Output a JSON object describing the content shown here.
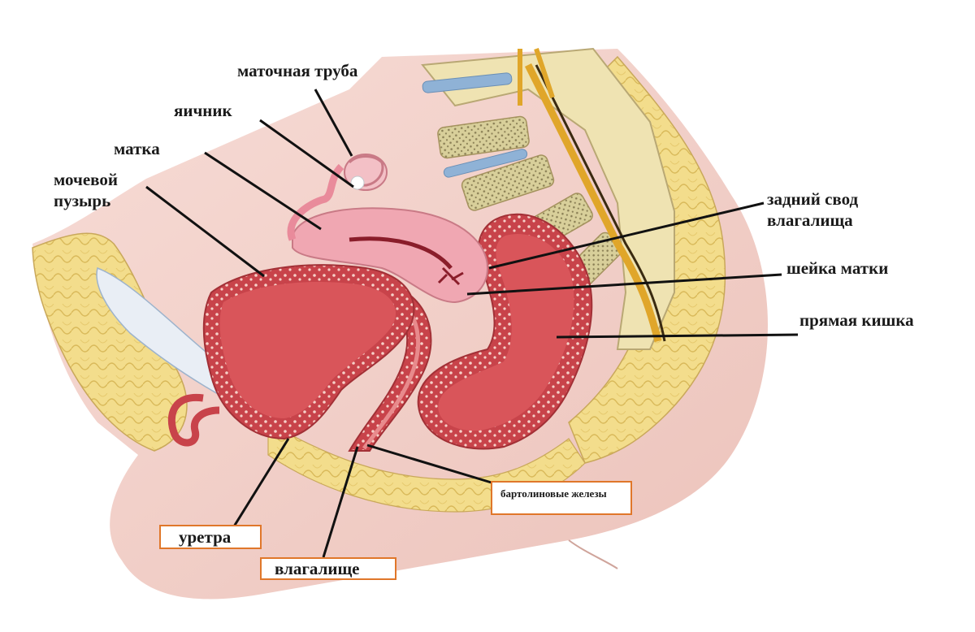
{
  "labels": {
    "fallopian_tube": "маточная труба",
    "ovary": "яичник",
    "uterus": "матка",
    "bladder": "мочевой\nпузырь",
    "posterior_fornix": "задний свод\nвлагалища",
    "cervix": "шейка матки",
    "rectum": "прямая кишка",
    "bartholin_glands": "бартолиновые железы",
    "urethra": "уретра",
    "vagina": "влагалище"
  },
  "colors": {
    "skin": "#f2d3cc",
    "fat": "#f3dd8c",
    "muscle_red": "#c8434a",
    "lumen_red": "#d9555a",
    "uterus_pink": "#f0a7b2",
    "bone": "#efe3b2",
    "disc_blue": "#8fb2d6",
    "nerve": "#e0a62a",
    "box_border": "#e0772a"
  }
}
